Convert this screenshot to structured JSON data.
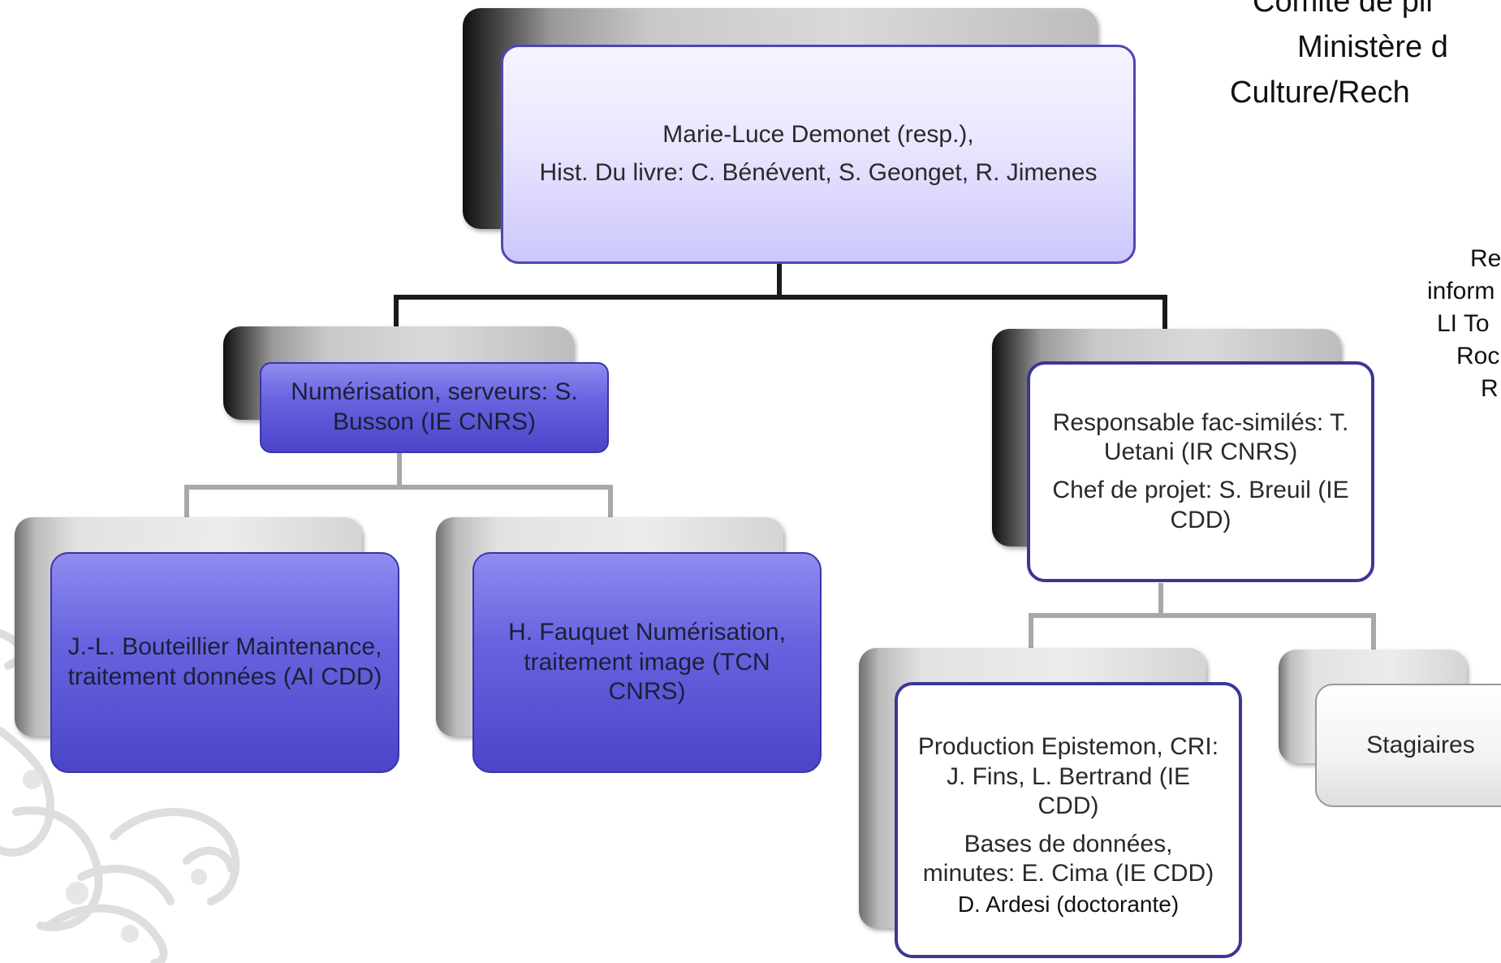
{
  "title_lines": [
    "Comité de pil",
    "Ministère d",
    "Culture/Rech"
  ],
  "side_lines": [
    "Rec",
    "inform",
    "LI To",
    "Roc",
    "R"
  ],
  "nodes": {
    "root": {
      "lines": [
        "Marie-Luce Demonet (resp.),",
        "Hist. Du livre: C. Bénévent, S. Geonget, R. Jimenes"
      ]
    },
    "numerisation": {
      "lines": [
        "Numérisation, serveurs: S. Busson (IE CNRS)"
      ]
    },
    "bouteillier": {
      "lines": [
        "J.-L. Bouteillier Maintenance, traitement données (AI CDD)"
      ]
    },
    "fauquet": {
      "lines": [
        "H. Fauquet Numérisation, traitement image (TCN CNRS)"
      ]
    },
    "facsimiles": {
      "lines": [
        "Responsable fac-similés: T. Uetani (IR CNRS)",
        "Chef de projet: S. Breuil (IE CDD)"
      ]
    },
    "epistemon": {
      "lines": [
        "Production Epistemon, CRI: J. Fins, L. Bertrand (IE CDD)",
        "Bases de données, minutes: E. Cima (IE CDD)"
      ],
      "footer": "D. Ardesi (doctorante)"
    },
    "stagiaires": {
      "lines": [
        "Stagiaires"
      ]
    }
  },
  "colors": {
    "connector": "#1a1a1a",
    "connector_light": "#a8a8a8",
    "box_border_dark": "#3b3795",
    "box_blue": "#5c58d8",
    "box_lavender": "#e9e6ff"
  }
}
